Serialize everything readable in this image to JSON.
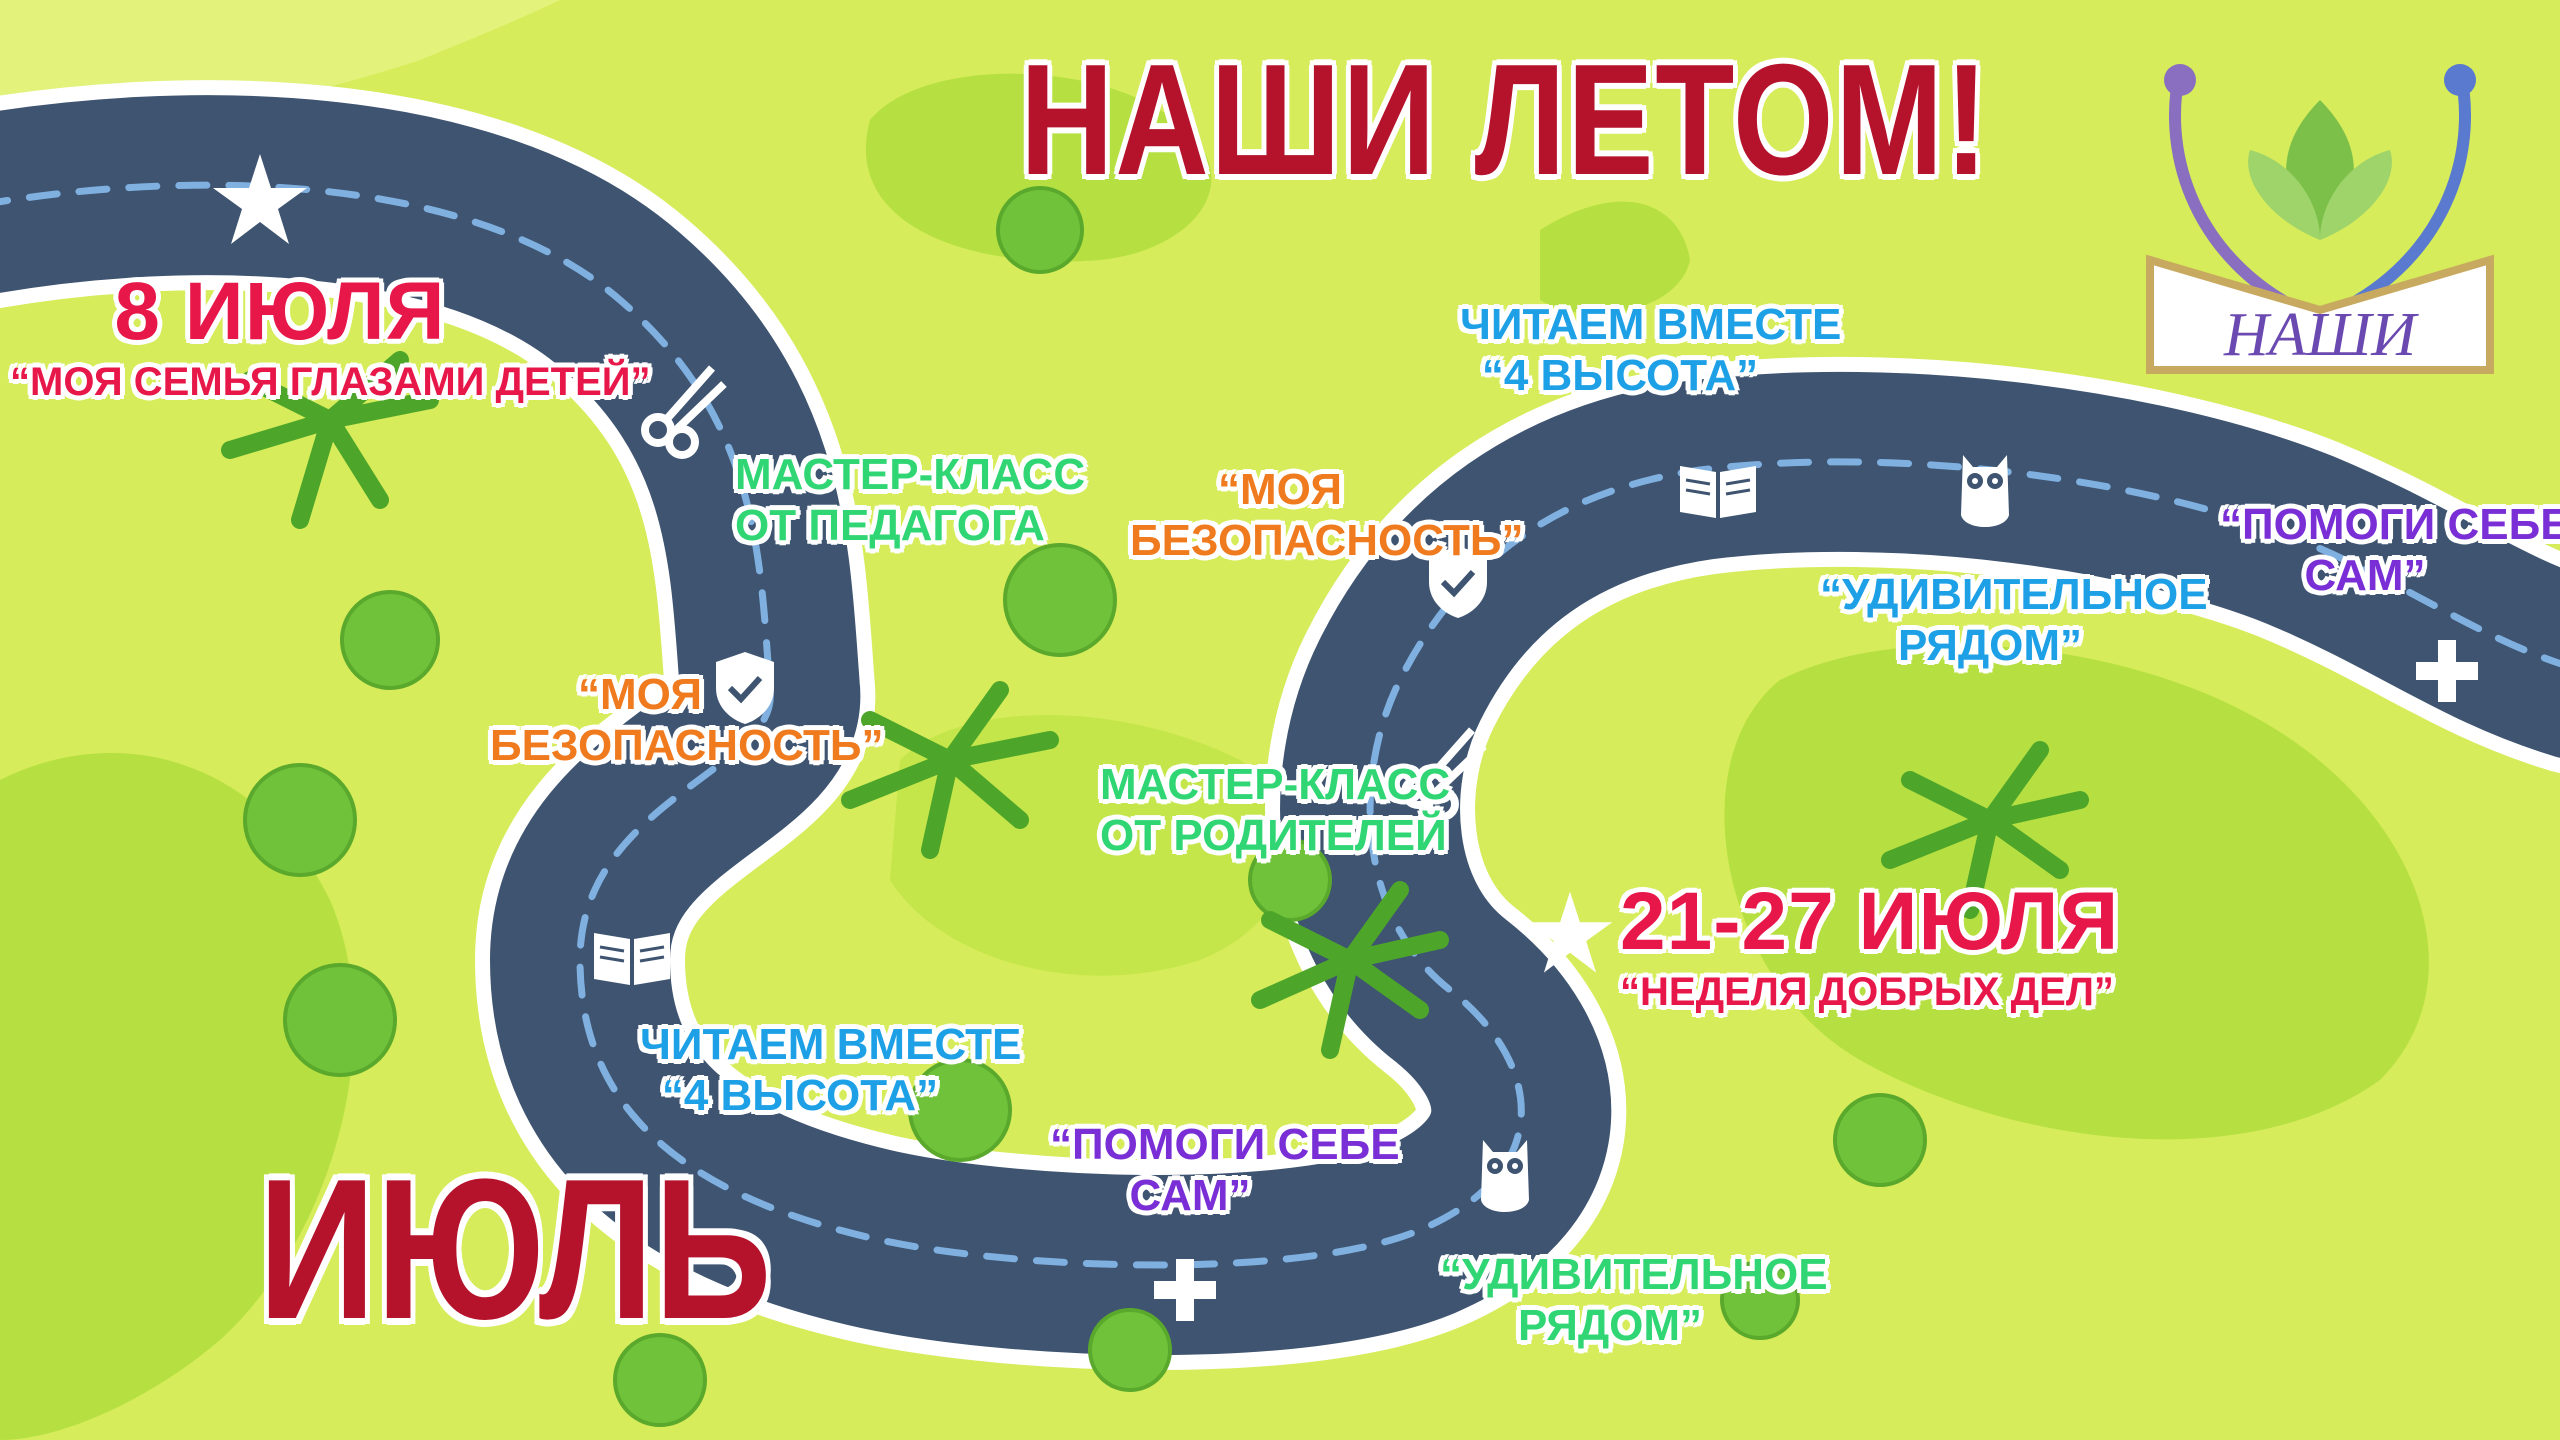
{
  "title": "НАШИ ЛЕТОМ!",
  "month": "ИЮЛЬ",
  "logo_text": "НАШИ",
  "colors": {
    "background": "#d6ec5a",
    "road": "#3e5470",
    "title": "#b5122c",
    "date": "#e8174a",
    "blue": "#1ea0e6",
    "green": "#2fd673",
    "orange": "#f07a1e",
    "purple": "#7a2fd6"
  },
  "events": {
    "date_1": {
      "date": "8 ИЮЛЯ",
      "name": "“МОЯ СЕМЬЯ ГЛАЗАМИ ДЕТЕЙ”"
    },
    "master_1": {
      "line1": "МАСТЕР-КЛАСС",
      "line2": "ОТ ПЕДАГОГА"
    },
    "safety_1": {
      "line1": "“МОЯ",
      "line2": "БЕЗОПАСНОСТЬ”"
    },
    "read_1": {
      "line1": "ЧИТАЕМ ВМЕСТЕ",
      "line2": "“4 ВЫСОТА”"
    },
    "help_1": {
      "line1": "“ПОМОГИ СЕБЕ",
      "line2": "САМ”"
    },
    "amazing_1": {
      "line1": "“УДИВИТЕЛЬНОЕ",
      "line2": "РЯДОМ”"
    },
    "master_2": {
      "line1": "МАСТЕР-КЛАСС",
      "line2": "ОТ РОДИТЕЛЕЙ"
    },
    "safety_2": {
      "line1": "“МОЯ",
      "line2": "БЕЗОПАСНОСТЬ”"
    },
    "read_2": {
      "line1": "ЧИТАЕМ ВМЕСТЕ",
      "line2": "“4 ВЫСОТА”"
    },
    "amazing_2": {
      "line1": "“УДИВИТЕЛЬНОЕ",
      "line2": "РЯДОМ”"
    },
    "help_2": {
      "line1": "“ПОМОГИ СЕБЕ",
      "line2": "САМ”"
    },
    "date_2": {
      "date": "21-27 ИЮЛЯ",
      "name": "“НЕДЕЛЯ ДОБРЫХ ДЕЛ”"
    }
  },
  "icons": [
    "star-icon",
    "scissors-icon",
    "shield-check-icon",
    "open-book-icon",
    "owl-icon",
    "plus-icon"
  ]
}
